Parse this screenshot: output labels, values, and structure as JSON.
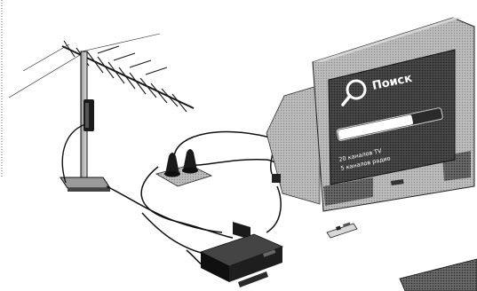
{
  "tv_screen": {
    "title": "Поиск",
    "progress": 0.72,
    "lines": [
      "20 каналов TV",
      "5 каналов радио"
    ]
  },
  "colors": {
    "background": "#ffffff",
    "tv_body": "#b9b9b9",
    "screen": "#3b3b3b",
    "ink": "#1a1a1a"
  },
  "icons": [
    "search-icon",
    "antenna-icon",
    "splitter-icon",
    "receiver-box-icon",
    "remote-control-icon"
  ]
}
